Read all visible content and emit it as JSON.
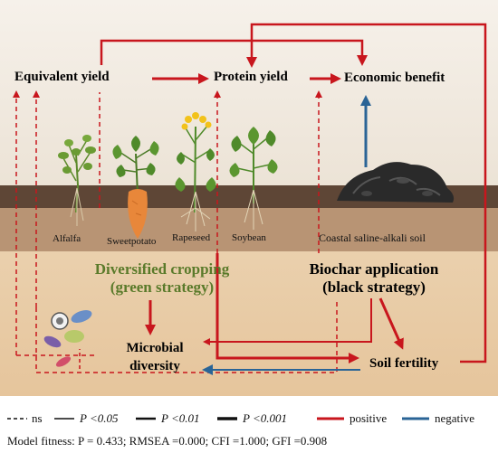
{
  "nodes": {
    "equivalent_yield": "Equivalent yield",
    "protein_yield": "Protein yield",
    "economic_benefit": "Economic benefit",
    "microbial_diversity_line1": "Microbial",
    "microbial_diversity_line2": "diversity",
    "soil_fertility": "Soil fertility",
    "diversified_line1": "Diversified cropping",
    "diversified_line2": "(green strategy)",
    "biochar_line1": "Biochar application",
    "biochar_line2": "(black strategy)"
  },
  "crops": [
    "Alfalfa",
    "Sweetpotato",
    "Rapeseed",
    "Soybean"
  ],
  "soil_label": "Coastal saline-alkali soil",
  "legend": {
    "ns": "ns",
    "p05": "P <0.05",
    "p01": "P <0.01",
    "p001": "P <0.001",
    "positive": "positive",
    "negative": "negative"
  },
  "model_fitness": "Model fitness: P = 0.433; RMSEA =0.000; CFI =1.000; GFI =0.908",
  "colors": {
    "positive": "#c8161d",
    "negative": "#2a6496",
    "green_text": "#5a7a2a",
    "sky": "#f3ede4",
    "topsoil": "#5e4636",
    "subsoil": "#b89474",
    "deepsoil": "#e8c9a3"
  }
}
